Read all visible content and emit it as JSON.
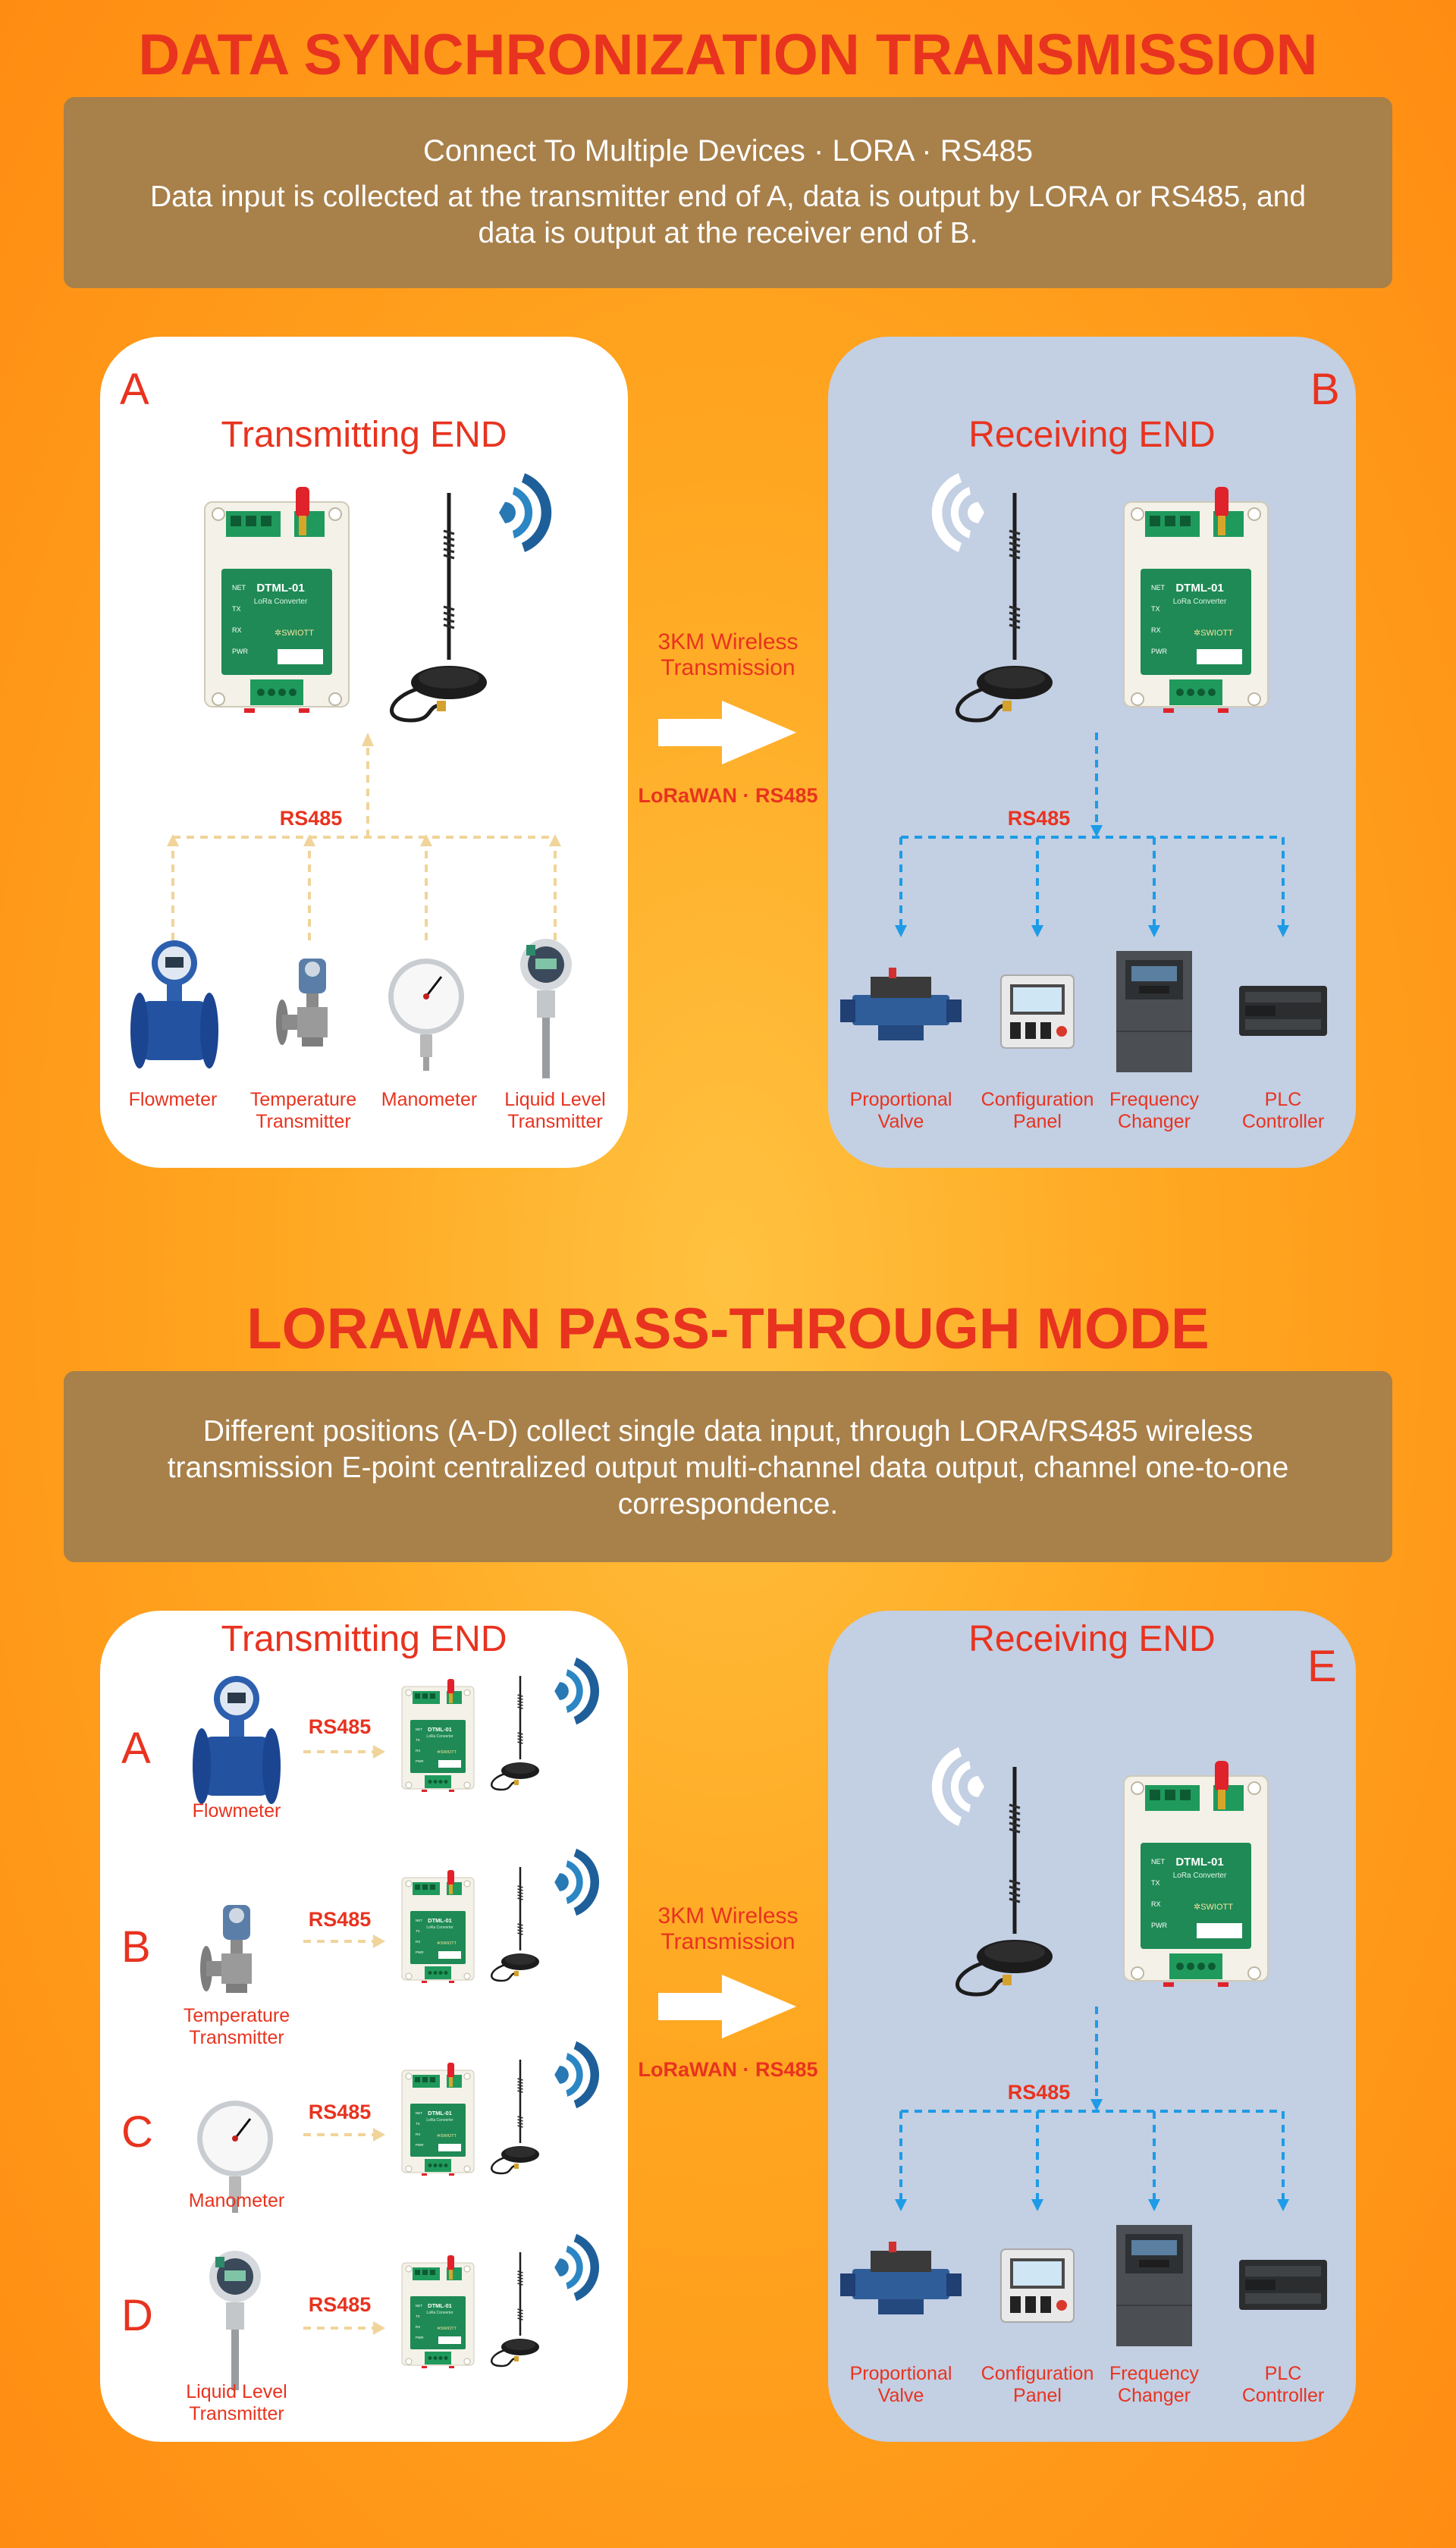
{
  "section1": {
    "title": "DATA SYNCHRONIZATION TRANSMISSION",
    "banner_sub": "Connect To Multiple Devices · LORA · RS485",
    "banner_desc_line1": "Data input is collected at the transmitter end of A, data is output by LORA or RS485, and",
    "banner_desc_line2": "data is output at the receiver end of B.",
    "left_panel": {
      "letter": "A",
      "title": "Transmitting END",
      "bus_label": "RS485",
      "sensors": [
        {
          "name_line1": "Flowmeter",
          "name_line2": ""
        },
        {
          "name_line1": "Temperature",
          "name_line2": "Transmitter"
        },
        {
          "name_line1": "Manometer",
          "name_line2": ""
        },
        {
          "name_line1": "Liquid Level",
          "name_line2": "Transmitter"
        }
      ]
    },
    "middle": {
      "line1": "3KM Wireless",
      "line2": "Transmission",
      "protocol": "LoRaWAN · RS485"
    },
    "right_panel": {
      "letter": "B",
      "title": "Receiving END",
      "bus_label": "RS485",
      "outputs": [
        {
          "name_line1": "Proportional",
          "name_line2": "Valve"
        },
        {
          "name_line1": "Configuration",
          "name_line2": "Panel"
        },
        {
          "name_line1": "Frequency",
          "name_line2": "Changer"
        },
        {
          "name_line1": "PLC",
          "name_line2": "Controller"
        }
      ]
    }
  },
  "section2": {
    "title": "LORAWAN PASS-THROUGH MODE",
    "banner_line1": "Different positions (A-D) collect single data input, through LORA/RS485 wireless",
    "banner_line2": "transmission E-point centralized output multi-channel data output, channel one-to-one",
    "banner_line3": "correspondence.",
    "left_panel": {
      "title": "Transmitting END",
      "rows": [
        {
          "letter": "A",
          "name_line1": "Flowmeter",
          "name_line2": "",
          "bus_label": "RS485"
        },
        {
          "letter": "B",
          "name_line1": "Temperature",
          "name_line2": "Transmitter",
          "bus_label": "RS485"
        },
        {
          "letter": "C",
          "name_line1": "Manometer",
          "name_line2": "",
          "bus_label": "RS485"
        },
        {
          "letter": "D",
          "name_line1": "Liquid Level",
          "name_line2": "Transmitter",
          "bus_label": "RS485"
        }
      ]
    },
    "middle": {
      "line1": "3KM Wireless",
      "line2": "Transmission",
      "protocol": "LoRaWAN · RS485"
    },
    "right_panel": {
      "letter": "E",
      "title": "Receiving END",
      "bus_label": "RS485",
      "outputs": [
        {
          "name_line1": "Proportional",
          "name_line2": "Valve"
        },
        {
          "name_line1": "Configuration",
          "name_line2": "Panel"
        },
        {
          "name_line1": "Frequency",
          "name_line2": "Changer"
        },
        {
          "name_line1": "PLC",
          "name_line2": "Controller"
        }
      ]
    }
  },
  "device": {
    "model": "DTML-01",
    "subtitle": "LoRa Converter",
    "brand": "SWIOTT",
    "leds": [
      "NET",
      "TX",
      "RX",
      "PWR"
    ]
  },
  "colors": {
    "title_red": "#e8331f",
    "banner_brown": "#a8804a",
    "receiver_panel": "#c3cfe3",
    "tx_dashed": "#f0d49a",
    "rx_dashed": "#1e9be6",
    "device_green": "#1f8a55",
    "wifi_blue": "#2878b4"
  }
}
